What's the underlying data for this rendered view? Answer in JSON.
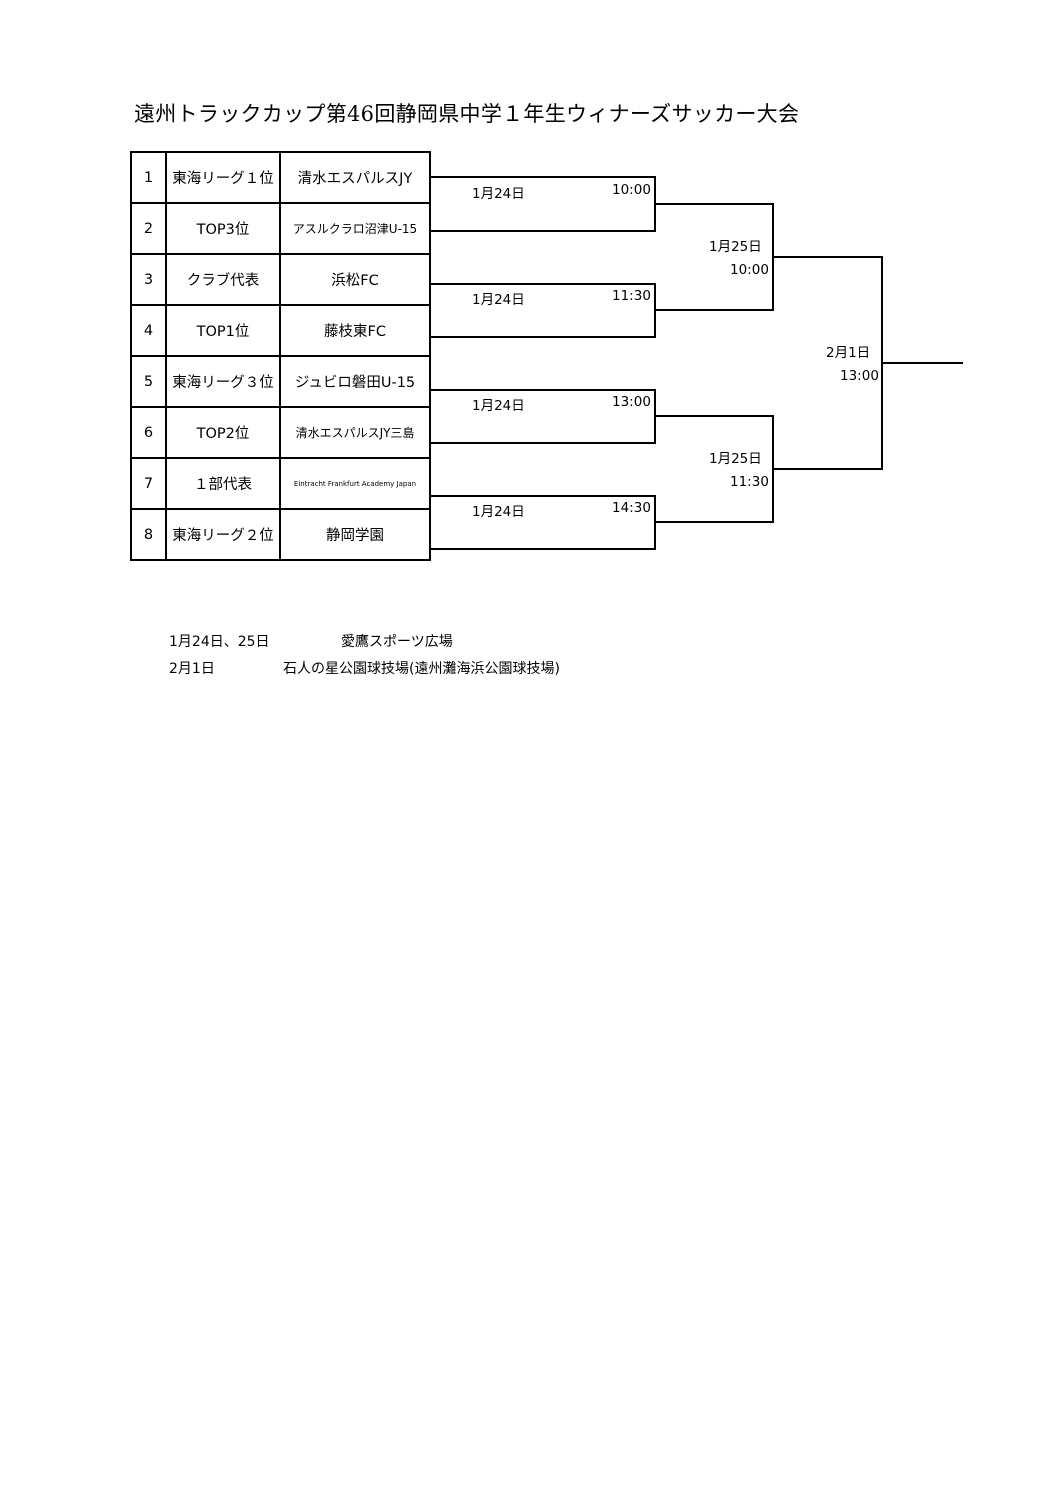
{
  "title": "遠州トラックカップ第46回静岡県中学１年生ウィナーズサッカー大会",
  "teams": [
    {
      "seed": "1",
      "qualification": "東海リーグ１位",
      "team": "清水エスパルスJY"
    },
    {
      "seed": "2",
      "qualification": "TOP3位",
      "team": "アスルクラロ沼津U-15"
    },
    {
      "seed": "3",
      "qualification": "クラブ代表",
      "team": "浜松FC"
    },
    {
      "seed": "4",
      "qualification": "TOP1位",
      "team": "藤枝東FC"
    },
    {
      "seed": "5",
      "qualification": "東海リーグ３位",
      "team": "ジュビロ磐田U-15"
    },
    {
      "seed": "6",
      "qualification": "TOP2位",
      "team": "清水エスパルスJY三島"
    },
    {
      "seed": "7",
      "qualification": "１部代表",
      "team": "Eintracht Frankfurt Academy Japan"
    },
    {
      "seed": "8",
      "qualification": "東海リーグ２位",
      "team": "静岡学園"
    }
  ],
  "round1": [
    {
      "date": "1月24日",
      "time": "10:00"
    },
    {
      "date": "1月24日",
      "time": "11:30"
    },
    {
      "date": "1月24日",
      "time": "13:00"
    },
    {
      "date": "1月24日",
      "time": "14:30"
    }
  ],
  "semifinals": [
    {
      "date": "1月25日",
      "time": "10:00"
    },
    {
      "date": "1月25日",
      "time": "11:30"
    }
  ],
  "final": {
    "date": "2月1日",
    "time": "13:00"
  },
  "venues": [
    {
      "dates": "1月24日、25日",
      "venue": "愛鷹スポーツ広場"
    },
    {
      "dates": "2月1日",
      "venue": "石人の星公園球技場(遠州灘海浜公園球技場)"
    }
  ]
}
